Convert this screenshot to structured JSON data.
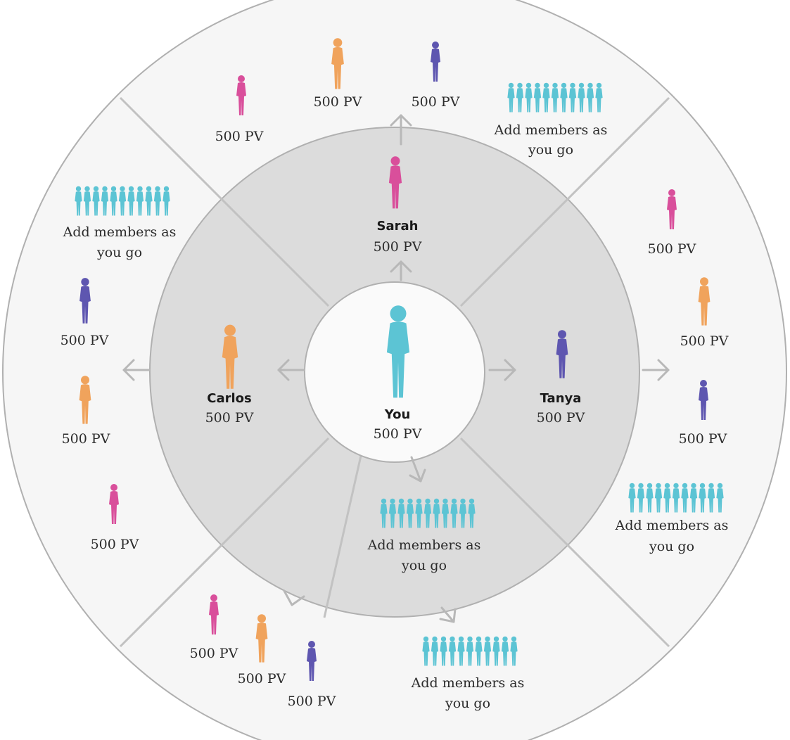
{
  "colors": {
    "outer_ring": "#f6f6f6",
    "middle_ring": "#dcdcdc",
    "center": "#fafafa",
    "border": "#b0b0b0",
    "divider": "#c2c2c2",
    "arrow": "#b8b8b8",
    "text": "#2b2b2b",
    "pink": "#d94f9b",
    "orange": "#f0a35c",
    "purple": "#5e56b0",
    "teal": "#5cc4d4"
  },
  "center": {
    "name": "You",
    "pv": "500 PV",
    "icon": "person-icon-teal"
  },
  "first_level": [
    {
      "name": "Sarah",
      "pv": "500 PV",
      "icon": "person-icon-pink"
    },
    {
      "name": "Carlos",
      "pv": "500 PV",
      "icon": "person-icon-orange"
    },
    {
      "name": "Tanya",
      "pv": "500 PV",
      "icon": "person-icon-purple"
    },
    {
      "note_lines": [
        "Add members as",
        "you go"
      ],
      "icon": "group-icon-teal"
    }
  ],
  "outer": {
    "top": {
      "members": [
        {
          "pv": "500 PV",
          "icon": "person-icon-pink"
        },
        {
          "pv": "500 PV",
          "icon": "person-icon-orange"
        },
        {
          "pv": "500 PV",
          "icon": "person-icon-purple"
        }
      ],
      "note_lines": [
        "Add members as",
        "you go"
      ]
    },
    "left": {
      "note_lines": [
        "Add members as",
        "you go"
      ],
      "members": [
        {
          "pv": "500 PV",
          "icon": "person-icon-purple"
        },
        {
          "pv": "500 PV",
          "icon": "person-icon-orange"
        },
        {
          "pv": "500 PV",
          "icon": "person-icon-pink"
        }
      ]
    },
    "right": {
      "members": [
        {
          "pv": "500 PV",
          "icon": "person-icon-pink"
        },
        {
          "pv": "500 PV",
          "icon": "person-icon-orange"
        },
        {
          "pv": "500 PV",
          "icon": "person-icon-purple"
        }
      ],
      "note_lines": [
        "Add members as",
        "you go"
      ]
    },
    "bottom_left": {
      "members": [
        {
          "pv": "500 PV",
          "icon": "person-icon-pink"
        },
        {
          "pv": "500 PV",
          "icon": "person-icon-orange"
        },
        {
          "pv": "500 PV",
          "icon": "person-icon-purple"
        }
      ]
    },
    "bottom": {
      "note_lines": [
        "Add members as",
        "you go"
      ]
    }
  }
}
